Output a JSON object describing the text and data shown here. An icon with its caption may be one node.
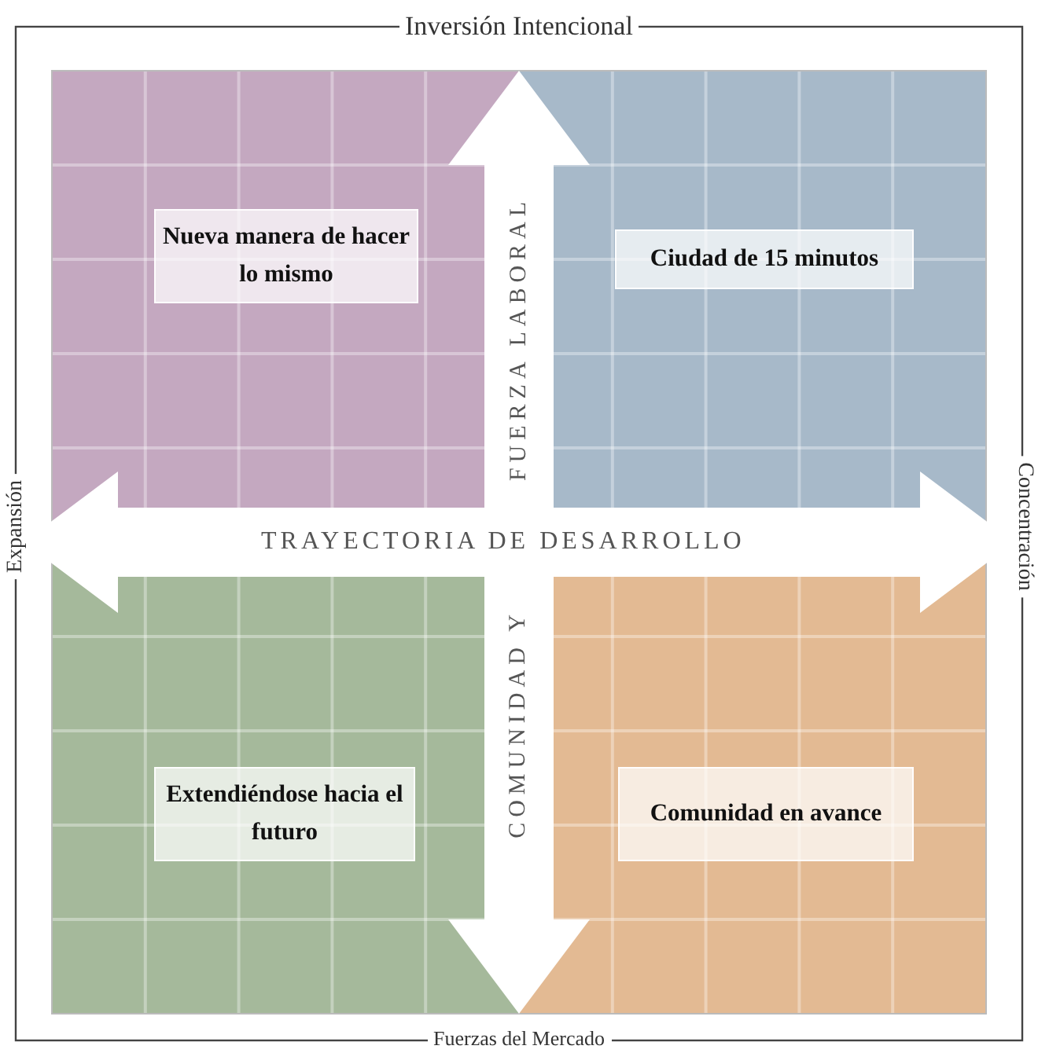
{
  "diagram": {
    "nodes": [
      {
        "text": [
          "Nueva manera de hacer lo mismo"
        ]
      },
      {
        "text": [
          "Ciudad de 15 minutos"
        ]
      },
      {
        "text": [
          "Extendiéndose hacia el futuro"
        ]
      },
      {
        "text": [
          "Comunidad en avance"
        ]
      }
    ],
    "labels": [
      "Inversión Intencional",
      "FUERZA LABORAL",
      "Expansión",
      "TRAYECTORIA DE DESARROLLO",
      "Concentración",
      "COMUNIDAD Y",
      "Fuerzas del Mercado"
    ]
  }
}
